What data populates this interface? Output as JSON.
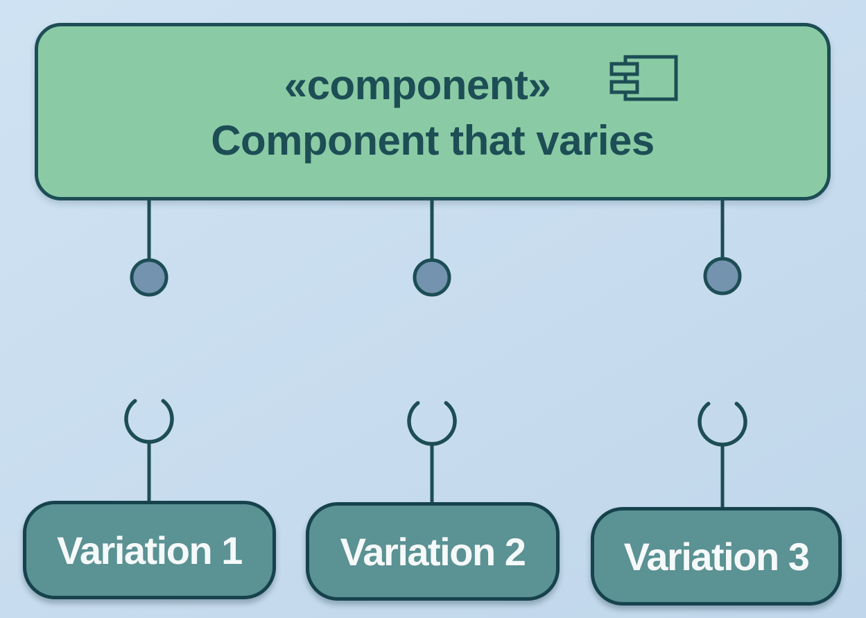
{
  "diagram": {
    "type": "uml-component-diagram",
    "component": {
      "stereotype": "«component»",
      "name": "Component that varies",
      "icon": "uml-component-icon"
    },
    "variations": [
      {
        "label": "Variation 1"
      },
      {
        "label": "Variation 2"
      },
      {
        "label": "Variation 3"
      }
    ],
    "connectors": [
      {
        "type": "ball-socket",
        "from": "Component that varies",
        "to": "Variation 1"
      },
      {
        "type": "ball-socket",
        "from": "Component that varies",
        "to": "Variation 2"
      },
      {
        "type": "ball-socket",
        "from": "Component that varies",
        "to": "Variation 3"
      }
    ]
  },
  "colors": {
    "background": "#c7dcee",
    "component_fill": "#8acba5",
    "component_border": "#1d4e55",
    "component_text": "#1d4e55",
    "connector_stroke": "#1d4d55",
    "ball_fill": "#7493af",
    "variation_fill": "#5b9294",
    "variation_border": "#16424d",
    "variation_text": "#f6f9f9"
  }
}
